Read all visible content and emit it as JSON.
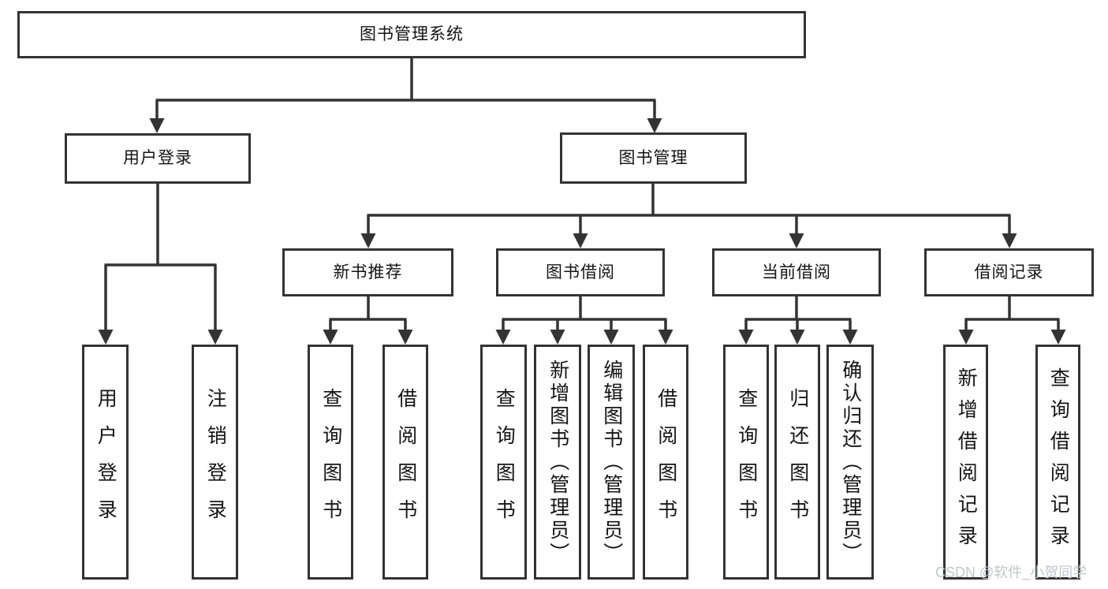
{
  "diagram": {
    "root": {
      "label": "图书管理系统"
    },
    "branches": [
      {
        "label": "用户登录",
        "children": [
          {
            "label": "用户登录"
          },
          {
            "label": "注销登录"
          }
        ]
      },
      {
        "label": "图书管理",
        "children": [
          {
            "label": "新书推荐",
            "children": [
              {
                "label": "查询图书"
              },
              {
                "label": "借阅图书"
              }
            ]
          },
          {
            "label": "图书借阅",
            "children": [
              {
                "label": "查询图书"
              },
              {
                "label": "新增图书（管理员）"
              },
              {
                "label": "编辑图书（管理员）"
              },
              {
                "label": "借阅图书"
              }
            ]
          },
          {
            "label": "当前借阅",
            "children": [
              {
                "label": "查询图书"
              },
              {
                "label": "归还图书"
              },
              {
                "label": "确认归还（管理员）"
              }
            ]
          },
          {
            "label": "借阅记录",
            "children": [
              {
                "label": "新增借阅记录"
              },
              {
                "label": "查询借阅记录"
              }
            ]
          }
        ]
      }
    ],
    "watermark": "CSDN @软件_小贺同学",
    "colors": {
      "line": "#333333",
      "text": "#141414",
      "background": "#ffffff",
      "watermark": "#c3c5c8"
    }
  }
}
